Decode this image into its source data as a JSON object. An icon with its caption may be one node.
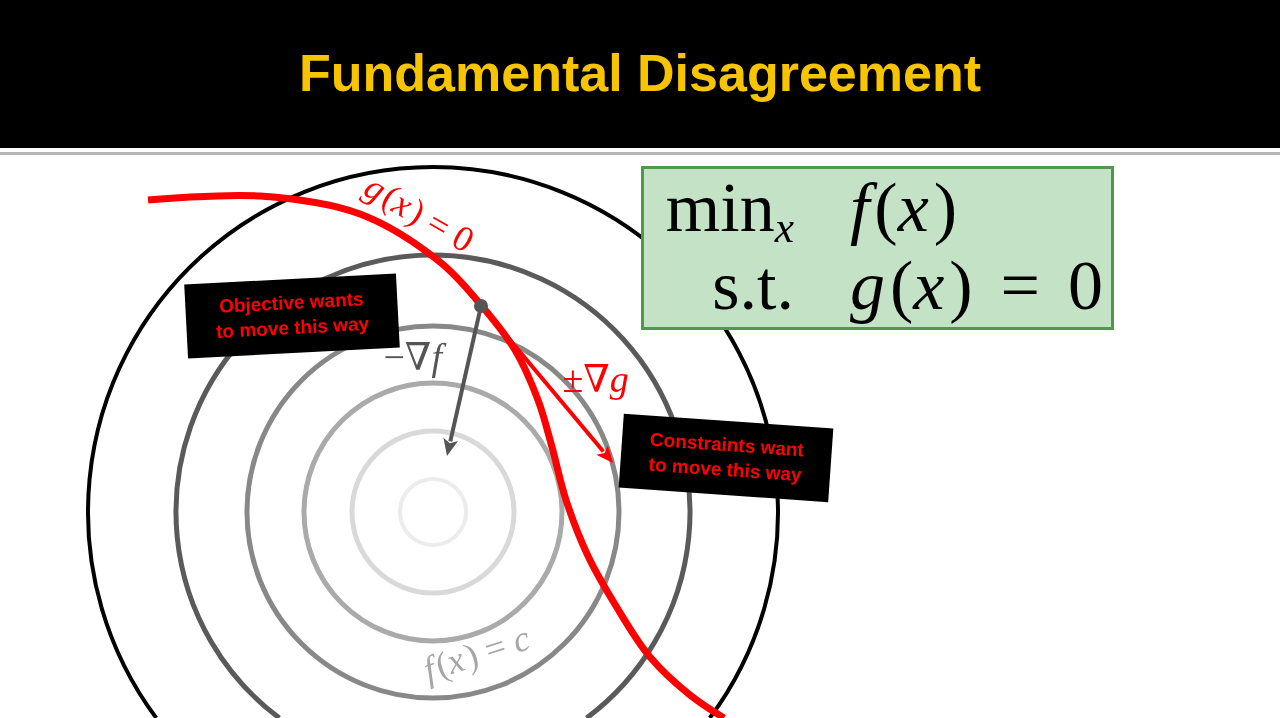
{
  "diagram": {
    "title": "Fundamental Disagreement",
    "nodes": [
      {
        "text": [
          "min$_{x}$",
          "*f*(*x*)",
          "s.t.",
          "*g*(*x*) = 0"
        ]
      },
      {
        "text": [
          "Objective wants to move this way"
        ]
      },
      {
        "text": [
          "Constraints want to move this way"
        ]
      }
    ],
    "labels": [
      "*g*(*x*) = 0",
      "−∇*f*",
      "±∇*g*",
      "*f*(*x*) = *c*"
    ]
  }
}
